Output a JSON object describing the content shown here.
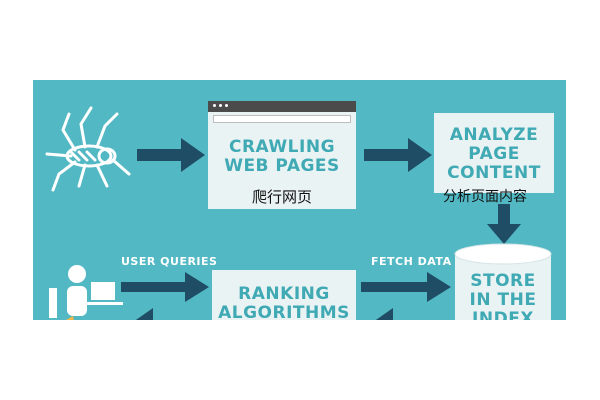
{
  "crawl_box": {
    "line1": "CRAWLING",
    "line2": "WEB PAGES",
    "chinese": "爬行网页"
  },
  "analyze_box": {
    "line1": "ANALYZE",
    "line2": "PAGE",
    "line3": "CONTENT",
    "chinese": "分析页面内容"
  },
  "rank_box": {
    "line1": "RANKING",
    "line2": "ALGORITHMS"
  },
  "store_box": {
    "line1": "STORE",
    "line2": "IN THE",
    "line3": "INDEX"
  },
  "labels": {
    "user_queries": "USER QUERIES",
    "fetch_data": "FETCH DATA"
  },
  "icons": [
    "spider-icon",
    "user-at-computer-icon",
    "arrow-right-icon",
    "arrow-down-icon"
  ],
  "colors": {
    "background": "#52b9c4",
    "box": "#eaf3f4",
    "text_teal": "#3fa9b4",
    "arrow_dark": "#1f4d65",
    "browser_bar": "#4b4b4b"
  }
}
